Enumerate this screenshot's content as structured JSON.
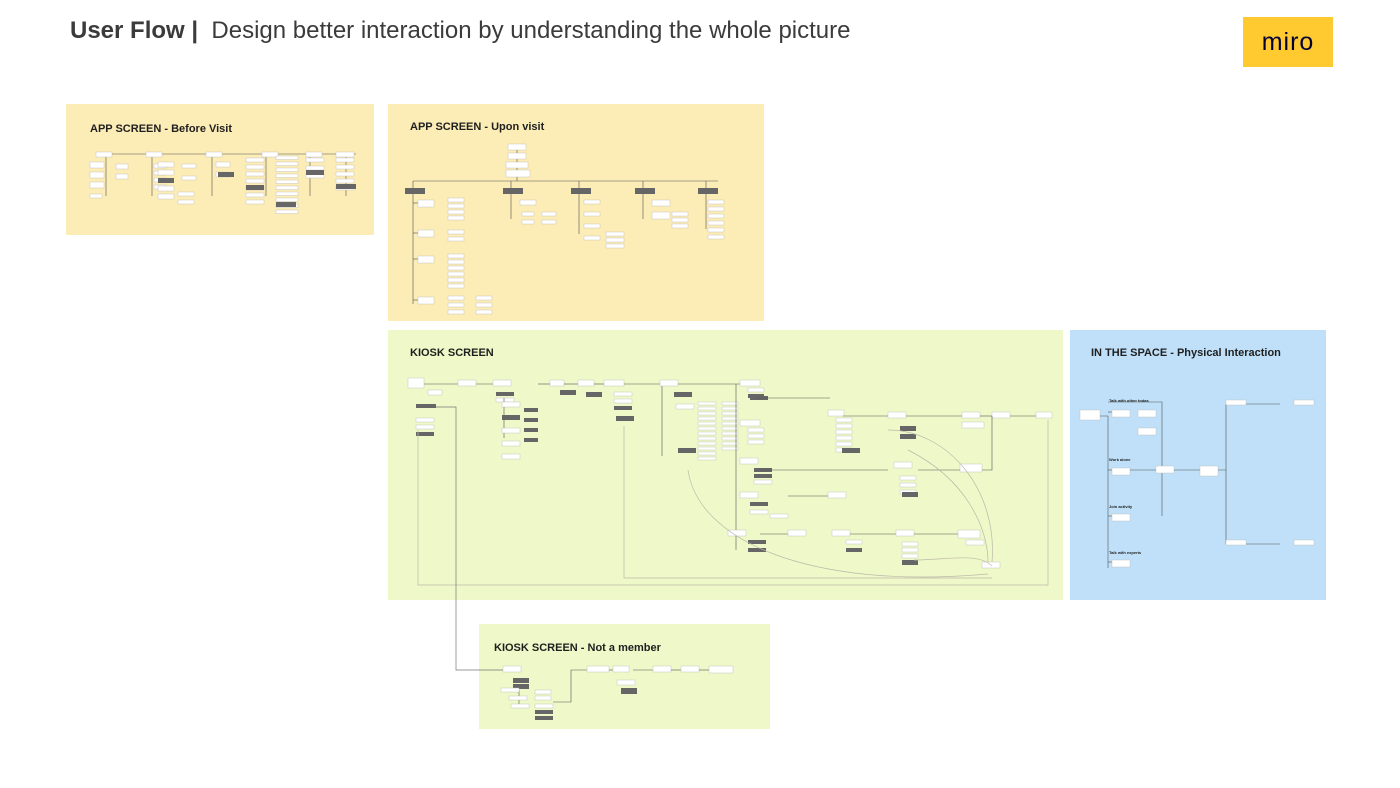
{
  "header": {
    "title_bold": "User Flow |",
    "title_rest": "Design better interaction by understanding the whole picture"
  },
  "logo": {
    "text": "miro",
    "color": "#ffc930"
  },
  "frames": {
    "app_before": {
      "label": "APP SCREEN - Before Visit",
      "color": "#fcecb6"
    },
    "app_upon": {
      "label": "APP SCREEN - Upon visit",
      "color": "#fcecb6"
    },
    "kiosk": {
      "label": "KIOSK SCREEN",
      "color": "#eef8c8"
    },
    "space": {
      "label": "IN THE SPACE - Physical Interaction",
      "color": "#bfe0f8",
      "groups": [
        "Talk with other todas",
        "Work alone",
        "Join activity",
        "Talk with experts"
      ]
    },
    "kiosk_nm": {
      "label": "KIOSK SCREEN - Not a member",
      "color": "#eef8c8"
    }
  }
}
